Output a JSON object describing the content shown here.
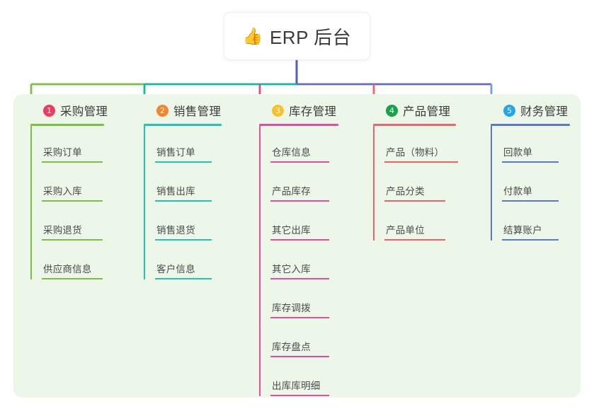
{
  "root": {
    "emoji": "👍",
    "emoji_icon": "thumbs-up-icon",
    "title": "ERP 后台"
  },
  "palette": {
    "panel_bg": "#edf7e9",
    "page_bg": "#ffffff",
    "stem": "#4f5fc4",
    "bar_left": "#7ac143",
    "bar_mid": "#0fb9a4",
    "bar_right": "#6168cf"
  },
  "columns": [
    {
      "index": "1",
      "badge_color": "#ef3b63",
      "line_color": "#7ac143",
      "title": "采购管理",
      "drop_color": "#7ac143",
      "items": [
        "采购订单",
        "采购入库",
        "采购退货",
        "供应商信息"
      ]
    },
    {
      "index": "2",
      "badge_color": "#f5842c",
      "line_color": "#23c4b4",
      "title": "销售管理",
      "drop_color": "#0fb9a4",
      "items": [
        "销售订单",
        "销售出库",
        "销售退货",
        "客户信息"
      ]
    },
    {
      "index": "3",
      "badge_color": "#fbc02d",
      "line_color": "#ea4c9d",
      "title": "库存管理",
      "drop_color": "#ee3f8f",
      "items": [
        "仓库信息",
        "产品库存",
        "其它出库",
        "其它入库",
        "库存调拨",
        "库存盘点",
        "出库库明细"
      ]
    },
    {
      "index": "4",
      "badge_color": "#16a34a",
      "line_color": "#f4616b",
      "title": "产品管理",
      "drop_color": "#f4616b",
      "items": [
        "产品（物料）",
        "产品分类",
        "产品单位"
      ]
    },
    {
      "index": "5",
      "badge_color": "#22a7e8",
      "line_color": "#5a77d4",
      "title": "财务管理",
      "drop_color": "#7e9ad8",
      "items": [
        "回款单",
        "付款单",
        "结算账户"
      ]
    }
  ]
}
